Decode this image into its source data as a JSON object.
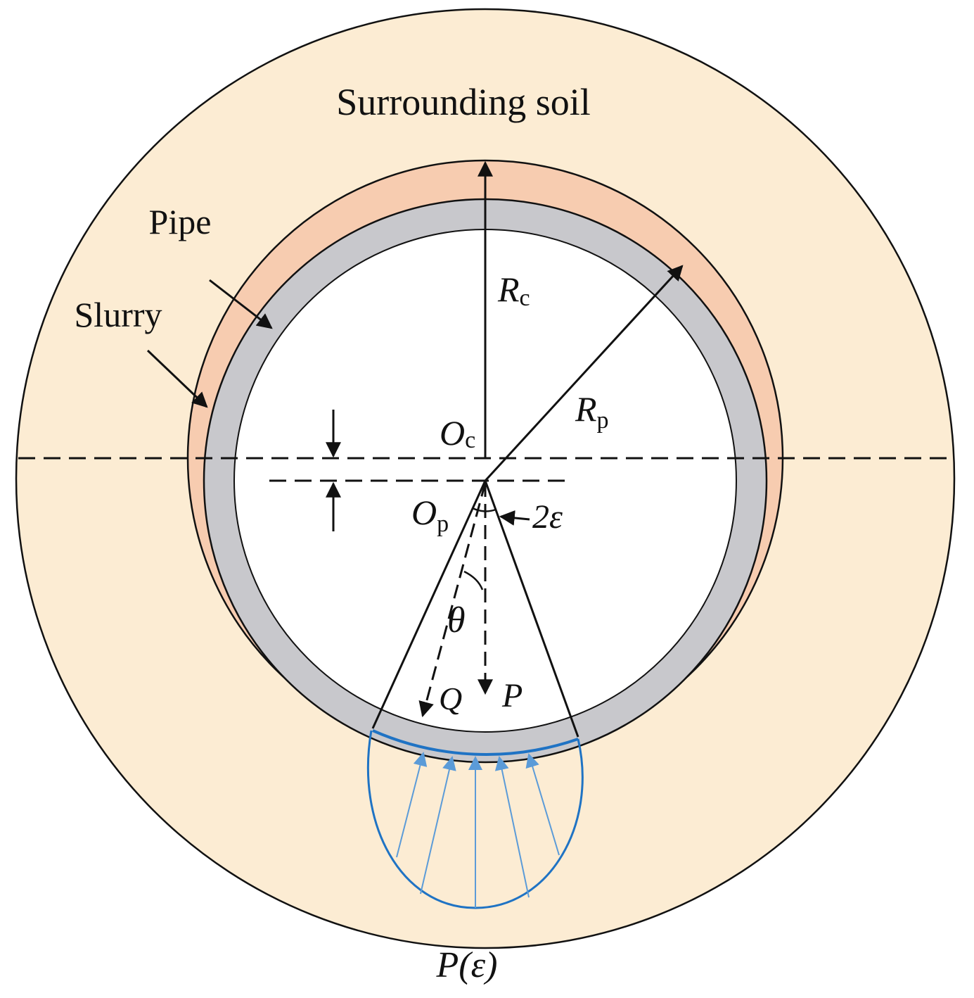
{
  "colors": {
    "soil": "#fcecd3",
    "slurry": "#f7ccb0",
    "pipe": "#c8c8cc",
    "interior": "#ffffff",
    "line": "#111111",
    "pressure": "#1f73c4",
    "pressure_arrow": "#5b9bd8"
  },
  "labels": {
    "surrounding_soil": "Surrounding soil",
    "pipe": "Pipe",
    "slurry": "Slurry",
    "rc_main": "R",
    "rc_sub": "c",
    "rp_main": "R",
    "rp_sub": "p",
    "oc_main": "O",
    "oc_sub": "c",
    "op_main": "O",
    "op_sub": "p",
    "two_epsilon": "2ε",
    "theta": "θ",
    "q": "Q",
    "p": "P",
    "p_epsilon": "P(ε)"
  }
}
